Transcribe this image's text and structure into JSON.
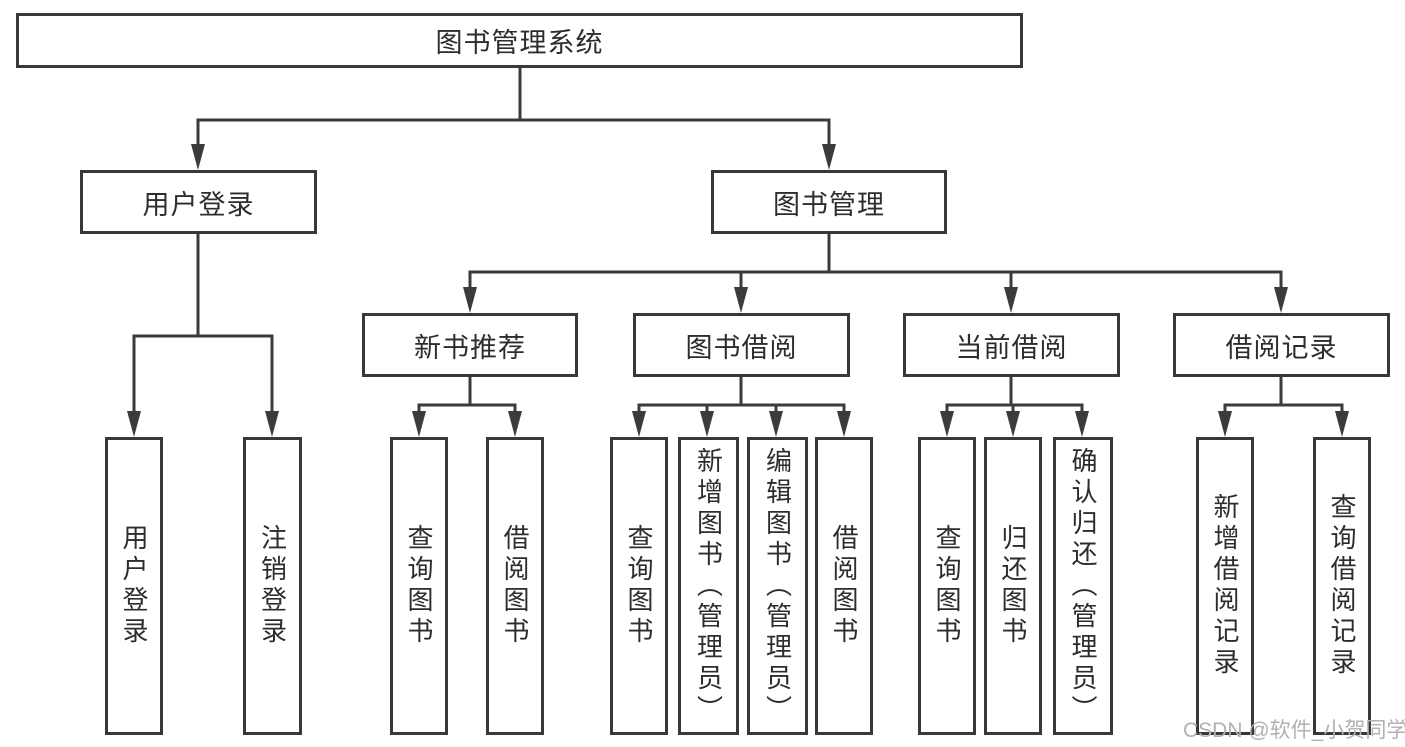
{
  "colors": {
    "line": "#3b3b3b",
    "border": "#383838",
    "text": "#2d2d2d",
    "watermark": "#b1b1b1",
    "background": "#ffffff"
  },
  "watermark": {
    "text": "CSDN @软件_小贺同学"
  },
  "root": {
    "label": "图书管理系统",
    "children": [
      {
        "label": "用户登录",
        "children": [
          {
            "label": "用户登录"
          },
          {
            "label": "注销登录"
          }
        ]
      },
      {
        "label": "图书管理",
        "children": [
          {
            "label": "新书推荐",
            "children": [
              {
                "label": "查询图书"
              },
              {
                "label": "借阅图书"
              }
            ]
          },
          {
            "label": "图书借阅",
            "children": [
              {
                "label": "查询图书"
              },
              {
                "label": "新增图书（管理员）"
              },
              {
                "label": "编辑图书（管理员）"
              },
              {
                "label": "借阅图书"
              }
            ]
          },
          {
            "label": "当前借阅",
            "children": [
              {
                "label": "查询图书"
              },
              {
                "label": "归还图书"
              },
              {
                "label": "确认归还（管理员）"
              }
            ]
          },
          {
            "label": "借阅记录",
            "children": [
              {
                "label": "新增借阅记录"
              },
              {
                "label": "查询借阅记录"
              }
            ]
          }
        ]
      }
    ]
  }
}
